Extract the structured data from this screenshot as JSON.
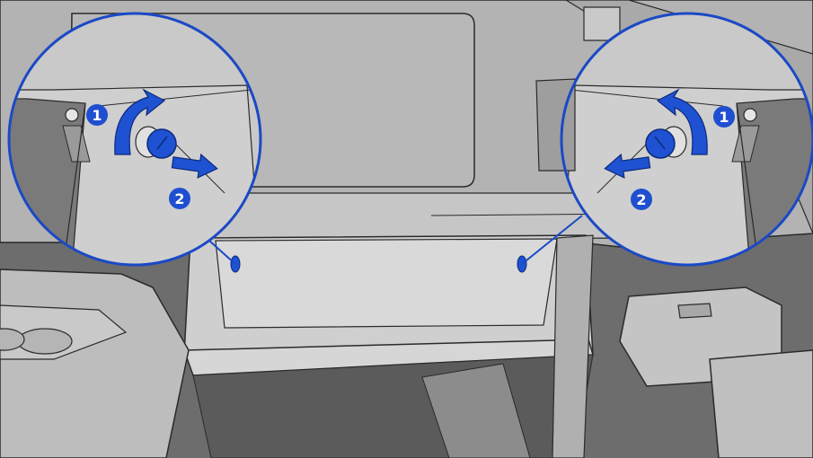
{
  "steps": [
    {
      "number": "1",
      "action": "rotate",
      "arrow": "curved-arrow"
    },
    {
      "number": "2",
      "action": "pull",
      "arrow": "straight-arrow"
    }
  ],
  "colors": {
    "background_dark": "#6d6d6d",
    "interior_mid": "#a9a9a9",
    "interior_light": "#c4c4c4",
    "panel_light": "#d0d0d0",
    "outline": "#2a2a2a",
    "callout_ring": "#1b49c6",
    "accent_blue": "#1e52d2",
    "badge_blue": "#1f4fd0",
    "badge_text": "#ffffff"
  },
  "icons": [
    "glove-box-damper-pin-icon",
    "curved-arrow-icon",
    "straight-arrow-icon"
  ]
}
